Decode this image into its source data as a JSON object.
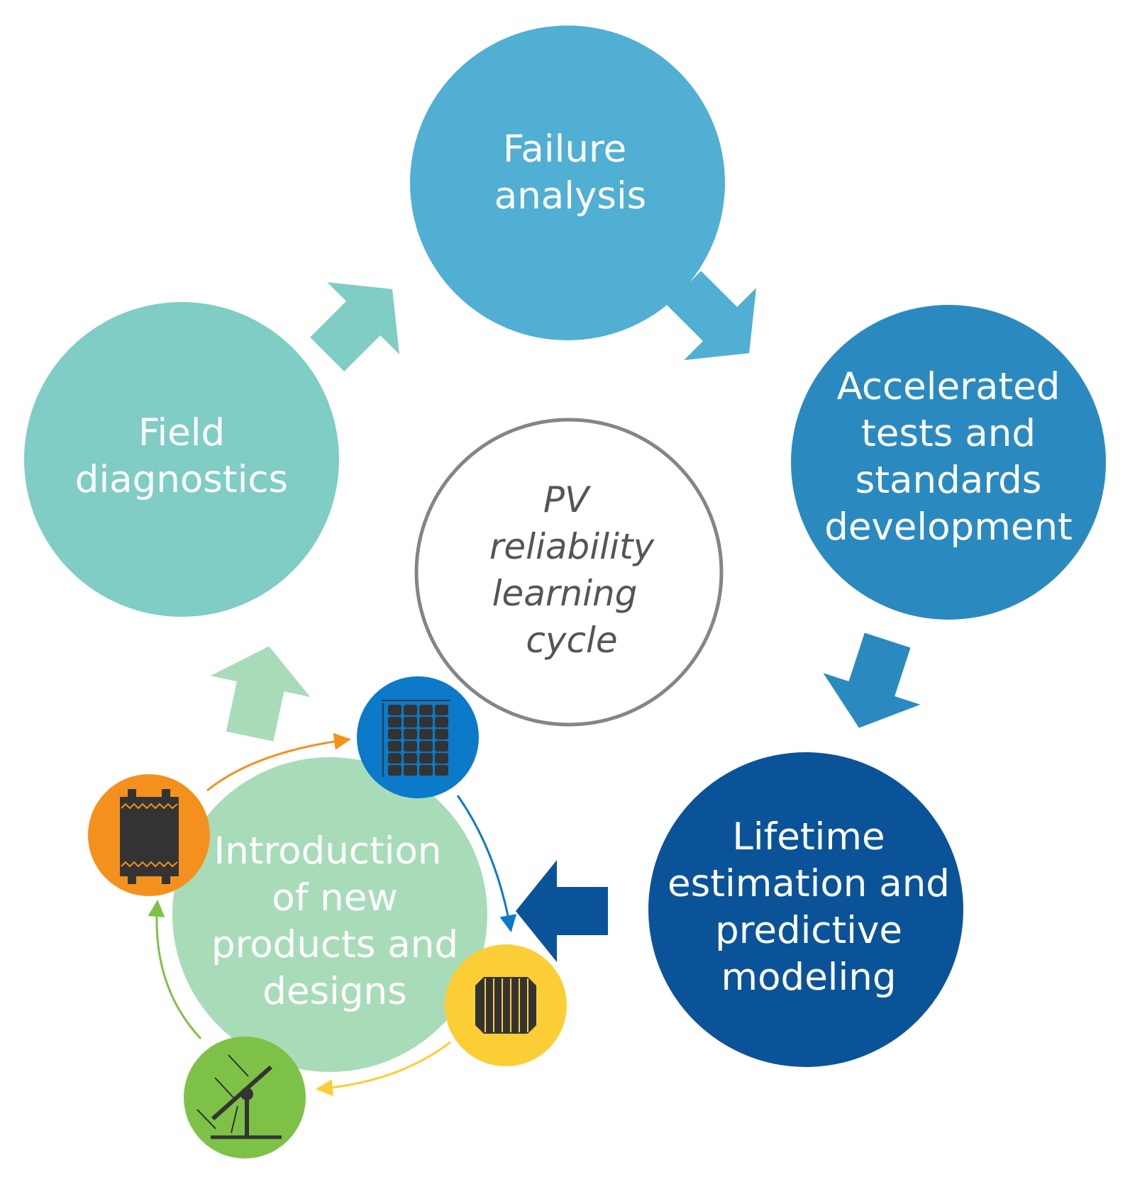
{
  "center": {
    "lines": [
      "PV",
      "reliability",
      "learning",
      "cycle"
    ]
  },
  "nodes": [
    {
      "id": "failure-analysis",
      "lines": [
        "Failure",
        "analysis"
      ],
      "color": "#50afd3"
    },
    {
      "id": "accelerated-tests",
      "lines": [
        "Accelerated",
        "tests and",
        "standards",
        "development"
      ],
      "color": "#2a8ac0"
    },
    {
      "id": "lifetime-estimation",
      "lines": [
        "Lifetime",
        "estimation and",
        "predictive",
        "modeling"
      ],
      "color": "#0b5399"
    },
    {
      "id": "new-products",
      "lines": [
        "Introduction",
        "of new",
        "products and",
        "designs"
      ],
      "color": "#a8dcb9"
    },
    {
      "id": "field-diagnostics",
      "lines": [
        "Field",
        "diagnostics"
      ],
      "color": "#7fcdc4"
    }
  ],
  "icons": [
    {
      "id": "module",
      "icon": "solar-module-icon",
      "color": "#0a7ac9"
    },
    {
      "id": "cell",
      "icon": "solar-cell-icon",
      "color": "#fcce35"
    },
    {
      "id": "tracker",
      "icon": "solar-tracker-icon",
      "color": "#7dc246"
    },
    {
      "id": "encapsulation",
      "icon": "encapsulated-module-icon",
      "color": "#f4911e"
    }
  ],
  "arrow_colors": {
    "field_to_failure": "#7fcdc4",
    "failure_to_accel": "#50afd3",
    "accel_to_lifetime": "#2a8ac0",
    "lifetime_to_products": "#0b5399",
    "products_to_field": "#a8dcb9",
    "mini_orange": "#f4911e",
    "mini_blue": "#0a7ac9",
    "mini_yellow": "#fcce35",
    "mini_green": "#7dc246"
  }
}
